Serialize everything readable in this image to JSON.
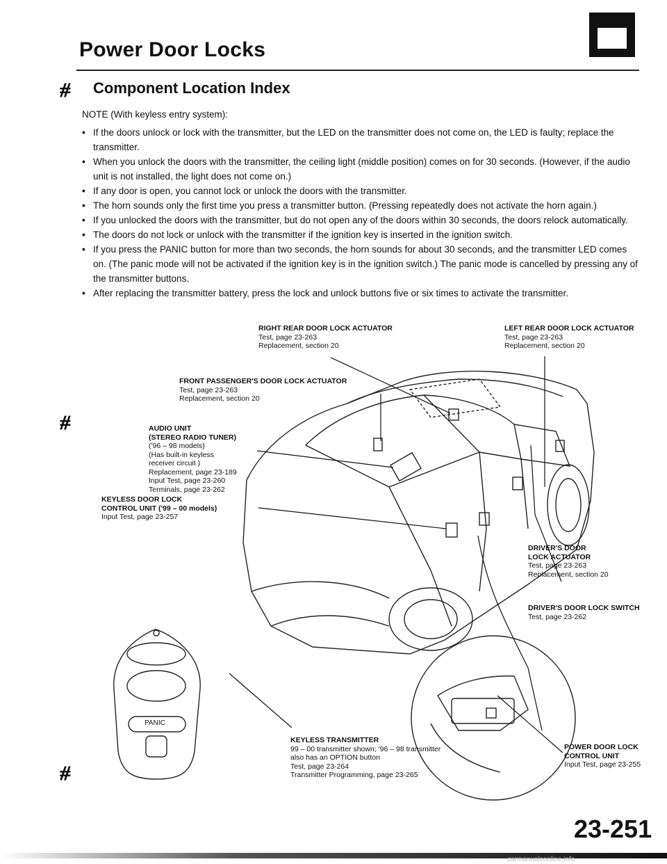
{
  "header": {
    "title": "Power Door Locks",
    "section_title": "Component Location Index",
    "battery_signs": [
      "−",
      "+"
    ]
  },
  "note": {
    "heading": "NOTE (With keyless entry system):",
    "items": [
      "If the doors unlock or lock with the transmitter, but the LED on the transmitter does not come on, the LED is faulty; replace the transmitter.",
      "When you unlock the doors with the transmitter, the ceiling light (middle position) comes on for 30 seconds. (However, if the audio unit is not installed, the light does not come on.)",
      "If any door is open, you cannot lock or unlock the doors with the transmitter.",
      "The horn sounds only the first time you press a transmitter button. (Pressing repeatedly does not activate the horn again.)",
      "If you unlocked the doors with the transmitter, but do not open any of the doors within 30 seconds, the doors relock automatically.",
      "The doors do not lock or unlock with the transmitter if the ignition key is inserted in the ignition switch.",
      "If you press the PANIC button for more than two seconds, the horn sounds for about 30 seconds, and the transmitter LED comes on. (The panic mode will not be activated if the ignition key is in the ignition switch.) The panic mode is cancelled by pressing any of the transmitter buttons.",
      "After replacing the transmitter battery, press the lock and unlock buttons five or six times to activate the transmitter."
    ]
  },
  "callouts": {
    "right_rear": {
      "name": "RIGHT REAR DOOR LOCK ACTUATOR",
      "lines": [
        "Test, page 23-263",
        "Replacement, section 20"
      ]
    },
    "left_rear": {
      "name": "LEFT REAR DOOR LOCK ACTUATOR",
      "lines": [
        "Test, page 23-263",
        "Replacement, section 20"
      ]
    },
    "front_passenger": {
      "name": "FRONT PASSENGER'S DOOR LOCK ACTUATOR",
      "lines": [
        "Test, page 23-263",
        "Replacement, section 20"
      ]
    },
    "audio_unit": {
      "name": "AUDIO UNIT",
      "name2": "(STEREO RADIO TUNER)",
      "lines": [
        "('96 – 98 models)",
        "(Has built-in keyless",
        " receiver circuit   )",
        "Replacement, page 23-189",
        "Input Test, page 23-260",
        "Terminals, page 23-262"
      ]
    },
    "keyless_control": {
      "name": "KEYLESS DOOR LOCK",
      "name2": "CONTROL UNIT ('99 – 00 models)",
      "lines": [
        "Input Test, page 23-257"
      ]
    },
    "driver_actuator": {
      "name": "DRIVER'S DOOR",
      "name2": "LOCK ACTUATOR",
      "lines": [
        "Test, page 23-263",
        "Replacement, section 20"
      ]
    },
    "driver_switch": {
      "name": "DRIVER'S DOOR LOCK SWITCH",
      "lines": [
        "Test, page 23-262"
      ]
    },
    "transmitter": {
      "name": "KEYLESS TRANSMITTER",
      "lines": [
        "99 – 00 transmitter shown; '96 – 98 transmitter",
        "also has an OPTION button",
        "Test, page 23-264",
        "Transmitter Programming, page 23-265"
      ]
    },
    "power_control": {
      "name": "POWER DOOR LOCK",
      "name2": "CONTROL UNIT",
      "lines": [
        "Input Test, page 23-255"
      ]
    }
  },
  "fob": {
    "panic_label": "PANIC"
  },
  "footer": {
    "page_number": "23-251",
    "site": "carmanualsonline.info"
  }
}
